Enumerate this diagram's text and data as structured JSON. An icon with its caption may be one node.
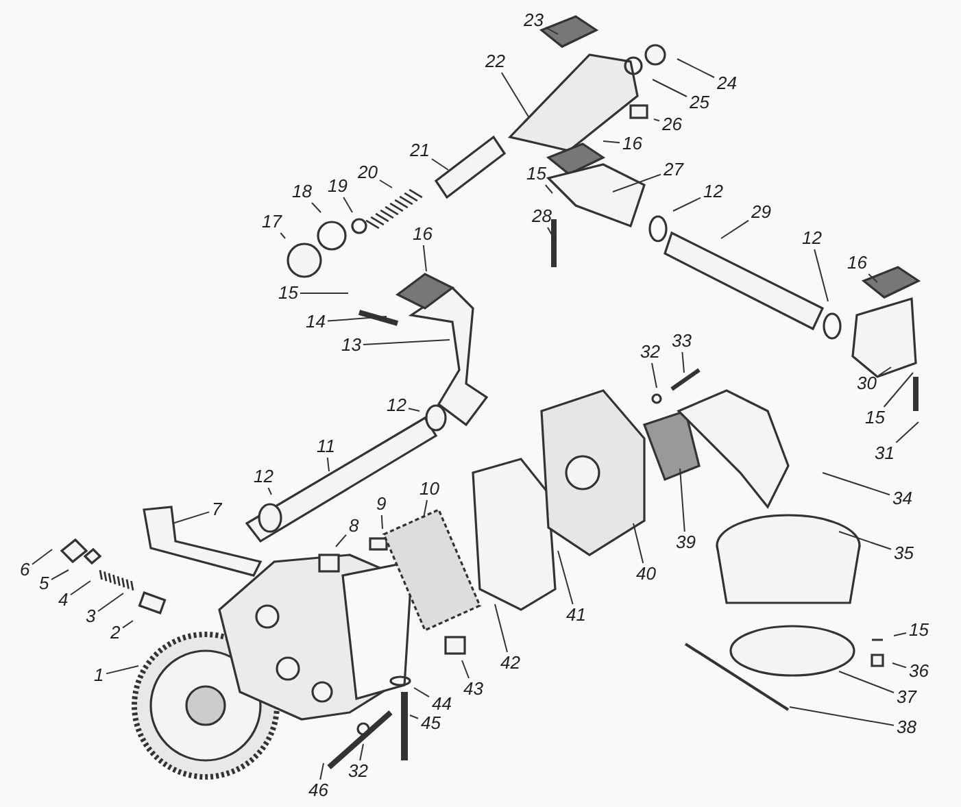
{
  "diagram": {
    "nodes": [
      {
        "text": [
          "1"
        ]
      },
      {
        "text": [
          "2"
        ]
      },
      {
        "text": [
          "3"
        ]
      },
      {
        "text": [
          "4"
        ]
      },
      {
        "text": [
          "5"
        ]
      },
      {
        "text": [
          "6"
        ]
      },
      {
        "text": [
          "7"
        ]
      },
      {
        "text": [
          "8"
        ]
      },
      {
        "text": [
          "9"
        ]
      },
      {
        "text": [
          "10"
        ]
      },
      {
        "text": [
          "11"
        ]
      },
      {
        "text": [
          "12"
        ]
      },
      {
        "text": [
          "12"
        ]
      },
      {
        "text": [
          "12"
        ]
      },
      {
        "text": [
          "12"
        ]
      },
      {
        "text": [
          "13"
        ]
      },
      {
        "text": [
          "14"
        ]
      },
      {
        "text": [
          "15"
        ]
      },
      {
        "text": [
          "15"
        ]
      },
      {
        "text": [
          "15"
        ]
      },
      {
        "text": [
          "15"
        ]
      },
      {
        "text": [
          "16"
        ]
      },
      {
        "text": [
          "16"
        ]
      },
      {
        "text": [
          "16"
        ]
      },
      {
        "text": [
          "17"
        ]
      },
      {
        "text": [
          "18"
        ]
      },
      {
        "text": [
          "19"
        ]
      },
      {
        "text": [
          "20"
        ]
      },
      {
        "text": [
          "21"
        ]
      },
      {
        "text": [
          "22"
        ]
      },
      {
        "text": [
          "23"
        ]
      },
      {
        "text": [
          "24"
        ]
      },
      {
        "text": [
          "25"
        ]
      },
      {
        "text": [
          "26"
        ]
      },
      {
        "text": [
          "27"
        ]
      },
      {
        "text": [
          "28"
        ]
      },
      {
        "text": [
          "29"
        ]
      },
      {
        "text": [
          "30"
        ]
      },
      {
        "text": [
          "31"
        ]
      },
      {
        "text": [
          "32"
        ]
      },
      {
        "text": [
          "32"
        ]
      },
      {
        "text": [
          "33"
        ]
      },
      {
        "text": [
          "34"
        ]
      },
      {
        "text": [
          "35"
        ]
      },
      {
        "text": [
          "36"
        ]
      },
      {
        "text": [
          "37"
        ]
      },
      {
        "text": [
          "38"
        ]
      },
      {
        "text": [
          "39"
        ]
      },
      {
        "text": [
          "40"
        ]
      },
      {
        "text": [
          "41"
        ]
      },
      {
        "text": [
          "42"
        ]
      },
      {
        "text": [
          "43"
        ]
      },
      {
        "text": [
          "44"
        ]
      },
      {
        "text": [
          "45"
        ]
      },
      {
        "text": [
          "46"
        ]
      }
    ],
    "edges": [
      {
        "from": 0,
        "to": null,
        "arrow": "none"
      },
      {
        "from": 1,
        "to": null,
        "arrow": "none"
      },
      {
        "from": 2,
        "to": null,
        "arrow": "none"
      },
      {
        "from": 3,
        "to": null,
        "arrow": "none"
      },
      {
        "from": 4,
        "to": null,
        "arrow": "none"
      },
      {
        "from": 5,
        "to": null,
        "arrow": "none"
      },
      {
        "from": 6,
        "to": null,
        "arrow": "none"
      },
      {
        "from": 7,
        "to": null,
        "arrow": "none"
      },
      {
        "from": 8,
        "to": null,
        "arrow": "none"
      },
      {
        "from": 9,
        "to": null,
        "arrow": "none"
      },
      {
        "from": 10,
        "to": null,
        "arrow": "none"
      },
      {
        "from": 11,
        "to": null,
        "arrow": "none"
      },
      {
        "from": 12,
        "to": null,
        "arrow": "none"
      },
      {
        "from": 13,
        "to": null,
        "arrow": "none"
      },
      {
        "from": 14,
        "to": null,
        "arrow": "none"
      },
      {
        "from": 15,
        "to": null,
        "arrow": "none"
      },
      {
        "from": 16,
        "to": null,
        "arrow": "none"
      },
      {
        "from": 17,
        "to": null,
        "arrow": "none"
      },
      {
        "from": 18,
        "to": null,
        "arrow": "none"
      },
      {
        "from": 19,
        "to": null,
        "arrow": "none"
      },
      {
        "from": 20,
        "to": null,
        "arrow": "none"
      },
      {
        "from": 21,
        "to": null,
        "arrow": "none"
      },
      {
        "from": 22,
        "to": null,
        "arrow": "none"
      },
      {
        "from": 23,
        "to": null,
        "arrow": "none"
      },
      {
        "from": 24,
        "to": null,
        "arrow": "none"
      },
      {
        "from": 25,
        "to": null,
        "arrow": "none"
      },
      {
        "from": 26,
        "to": null,
        "arrow": "none"
      },
      {
        "from": 27,
        "to": null,
        "arrow": "none"
      },
      {
        "from": 28,
        "to": null,
        "arrow": "none"
      },
      {
        "from": 29,
        "to": null,
        "arrow": "none"
      },
      {
        "from": 30,
        "to": null,
        "arrow": "none"
      },
      {
        "from": 31,
        "to": null,
        "arrow": "none"
      },
      {
        "from": 32,
        "to": null,
        "arrow": "none"
      },
      {
        "from": 33,
        "to": null,
        "arrow": "none"
      },
      {
        "from": 34,
        "to": null,
        "arrow": "none"
      },
      {
        "from": 35,
        "to": null,
        "arrow": "none"
      },
      {
        "from": 36,
        "to": null,
        "arrow": "none"
      },
      {
        "from": 37,
        "to": null,
        "arrow": "none"
      },
      {
        "from": 38,
        "to": null,
        "arrow": "none"
      },
      {
        "from": 39,
        "to": null,
        "arrow": "none"
      },
      {
        "from": 40,
        "to": null,
        "arrow": "none"
      },
      {
        "from": 41,
        "to": null,
        "arrow": "none"
      },
      {
        "from": 42,
        "to": null,
        "arrow": "none"
      },
      {
        "from": 43,
        "to": null,
        "arrow": "none"
      },
      {
        "from": 44,
        "to": null,
        "arrow": "none"
      },
      {
        "from": 45,
        "to": null,
        "arrow": "none"
      },
      {
        "from": 46,
        "to": null,
        "arrow": "none"
      },
      {
        "from": 47,
        "to": null,
        "arrow": "none"
      },
      {
        "from": 48,
        "to": null,
        "arrow": "none"
      },
      {
        "from": 49,
        "to": null,
        "arrow": "none"
      },
      {
        "from": 50,
        "to": null,
        "arrow": "none"
      },
      {
        "from": 51,
        "to": null,
        "arrow": "none"
      },
      {
        "from": 52,
        "to": null,
        "arrow": "none"
      },
      {
        "from": 53,
        "to": null,
        "arrow": "none"
      },
      {
        "from": 54,
        "to": null,
        "arrow": "none"
      }
    ]
  }
}
